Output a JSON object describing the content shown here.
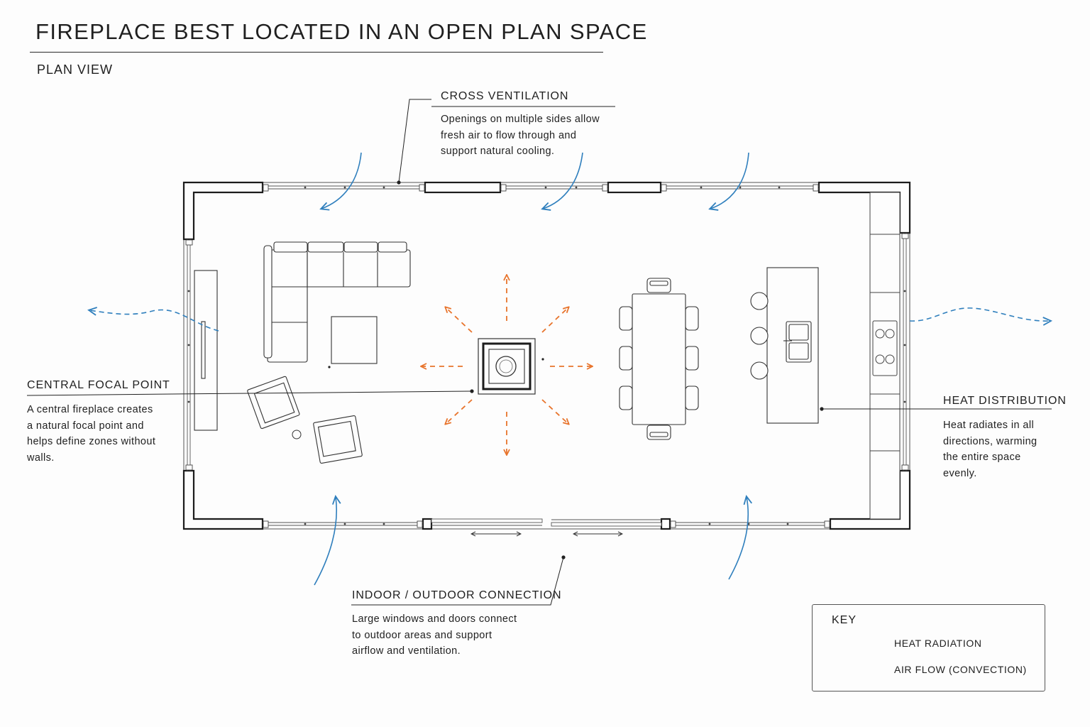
{
  "header": {
    "title": "FIREPLACE BEST LOCATED IN AN OPEN PLAN SPACE",
    "subtitle": "PLAN VIEW"
  },
  "callouts": {
    "cross_ventilation": {
      "heading": "CROSS VENTILATION",
      "lines": [
        "Openings on multiple sides allow",
        "fresh air to flow through and",
        "support natural cooling."
      ]
    },
    "central_focal_point": {
      "heading": "CENTRAL FOCAL POINT",
      "lines": [
        "A central fireplace creates",
        "a natural focal point and",
        "helps define zones without",
        "walls."
      ]
    },
    "heat_distribution": {
      "heading": "HEAT DISTRIBUTION",
      "lines": [
        "Heat radiates in all",
        "directions, warming",
        "the entire space",
        "evenly."
      ]
    },
    "indoor_outdoor": {
      "heading": "INDOOR / OUTDOOR CONNECTION",
      "lines": [
        "Large windows and doors connect",
        "to outdoor areas and support",
        "airflow and ventilation."
      ]
    }
  },
  "key": {
    "title": "KEY",
    "items": [
      {
        "label": "HEAT RADIATION",
        "color": "#e8742c",
        "style": "dashed"
      },
      {
        "label": "AIR FLOW (CONVECTION)",
        "color": "#2f7fbd",
        "style": "solid"
      }
    ]
  },
  "colors": {
    "heat": "#e8742c",
    "air": "#2f7fbd",
    "line": "#222222"
  }
}
